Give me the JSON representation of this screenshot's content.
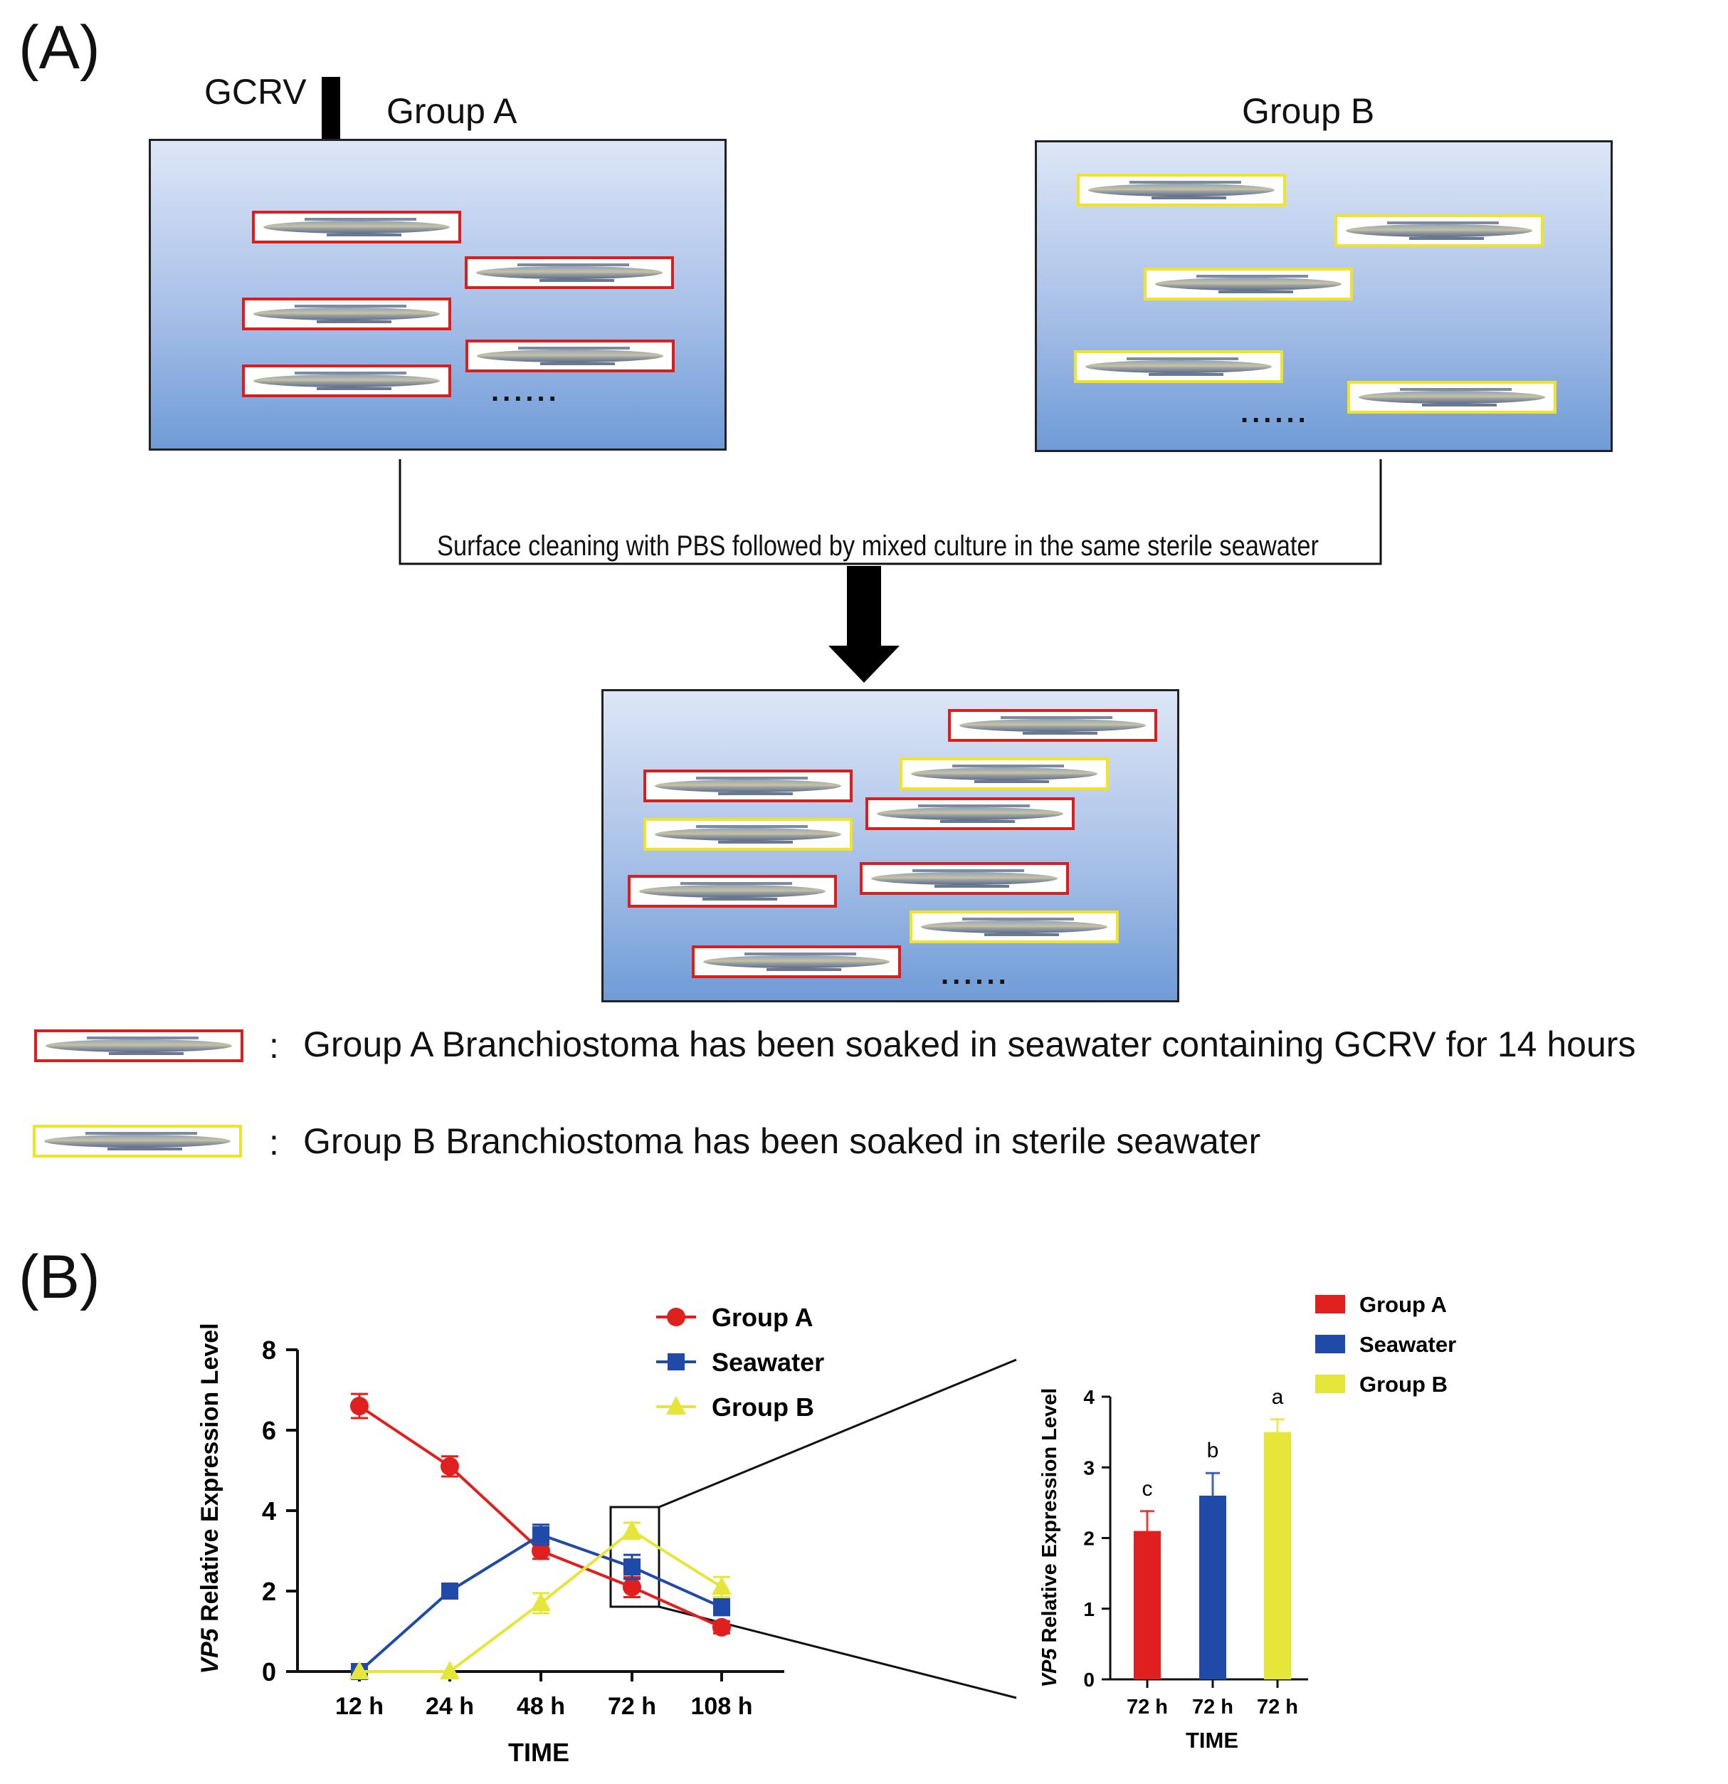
{
  "panel_a": {
    "label": "(A)",
    "gcrv_label": "GCRV",
    "group_a_title": "Group A",
    "group_b_title": "Group B",
    "dots": "......",
    "process_caption": "Surface cleaning with PBS followed by mixed culture in the same sterile seawater",
    "legend": {
      "colon": ":",
      "red_text": "Group A Branchiostoma has been soaked in seawater containing GCRV for 14 hours",
      "yellow_text": "Group B Branchiostoma has been soaked in sterile seawater",
      "red_color": "#d91e1e",
      "yellow_color": "#f1e325"
    }
  },
  "panel_b": {
    "label": "(B)"
  },
  "chart_data": [
    {
      "type": "line",
      "title": "",
      "xlabel": "TIME",
      "ylabel_italic": "VP5",
      "ylabel_rest": " Relative Expression Level",
      "categories": [
        "12 h",
        "24 h",
        "48 h",
        "72 h",
        "108 h"
      ],
      "ylim": [
        0,
        8
      ],
      "yticks": [
        "0",
        "2",
        "4",
        "6",
        "8"
      ],
      "legend_position": "top-right",
      "series": [
        {
          "name": "Group A",
          "color": "#e0201e",
          "marker": "circle",
          "values": [
            6.6,
            5.1,
            3.0,
            2.1,
            1.1
          ],
          "errors": [
            0.3,
            0.25,
            0.2,
            0.25,
            0.15
          ]
        },
        {
          "name": "Seawater",
          "color": "#1f4aa8",
          "marker": "square",
          "values": [
            0.0,
            2.0,
            3.4,
            2.6,
            1.6
          ],
          "errors": [
            0.05,
            0.15,
            0.25,
            0.3,
            0.2
          ]
        },
        {
          "name": "Group B",
          "color": "#e6e63a",
          "marker": "triangle",
          "values": [
            0.0,
            0.0,
            1.7,
            3.5,
            2.1
          ],
          "errors": [
            0.0,
            0.0,
            0.25,
            0.2,
            0.25
          ]
        }
      ]
    },
    {
      "type": "bar",
      "title": "",
      "xlabel": "TIME",
      "ylabel_italic": "VP5",
      "ylabel_rest": " Relative Expression Level",
      "categories": [
        "72 h",
        "72 h",
        "72 h"
      ],
      "ylim": [
        0,
        4
      ],
      "yticks": [
        "0",
        "1",
        "2",
        "3",
        "4"
      ],
      "legend_position": "top-right",
      "series": [
        {
          "name": "Group A",
          "color": "#e0201e",
          "value": 2.1,
          "error": 0.28,
          "label": "c"
        },
        {
          "name": "Seawater",
          "color": "#1f4aa8",
          "value": 2.6,
          "error": 0.32,
          "label": "b"
        },
        {
          "name": "Group B",
          "color": "#e6e63a",
          "value": 3.5,
          "error": 0.18,
          "label": "a"
        }
      ]
    }
  ]
}
